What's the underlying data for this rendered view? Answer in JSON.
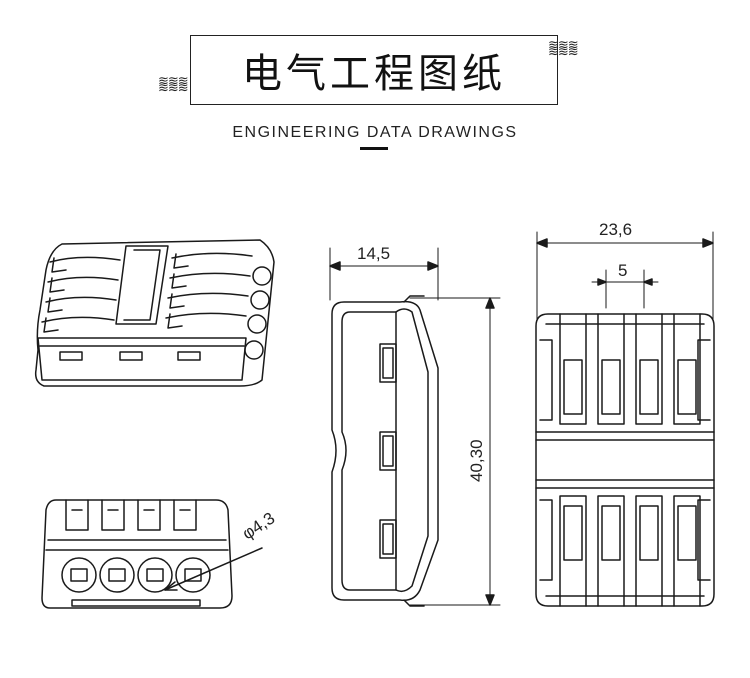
{
  "header": {
    "title": "电气工程图纸",
    "subtitle": "ENGINEERING DATA DRAWINGS",
    "wave_glyph": "≋"
  },
  "dimensions": {
    "side_width": "14,5",
    "height": "40,30",
    "total_width": "23,6",
    "pitch": "5",
    "hole_diameter": "φ4,3"
  },
  "colors": {
    "line": "#1a1a1a",
    "background": "#ffffff"
  }
}
